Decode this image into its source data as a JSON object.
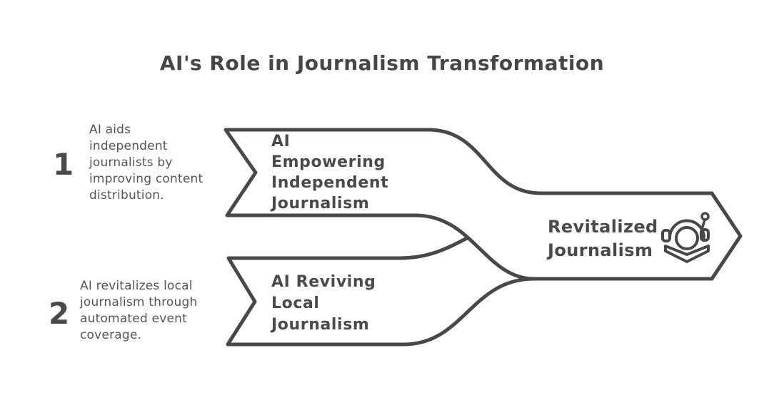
{
  "title": "AI's Role in Journalism Transformation",
  "steps": [
    {
      "number": "1",
      "description": "AI aids\nindependent\njournalists by\nimproving content\ndistribution.",
      "banner_label": "AI\nEmpowering\nIndependent\nJournalism"
    },
    {
      "number": "2",
      "description": "AI revitalizes local\njournalism through\nautomated event\ncoverage.",
      "banner_label": "AI Reviving\nLocal\nJournalism"
    }
  ],
  "result": {
    "label": "Revitalized\nJournalism",
    "icon": "headset-mic-open-book-icon"
  },
  "colors": {
    "ink": "#484848",
    "text": "#4a4a4a",
    "background": "#ffffff"
  }
}
